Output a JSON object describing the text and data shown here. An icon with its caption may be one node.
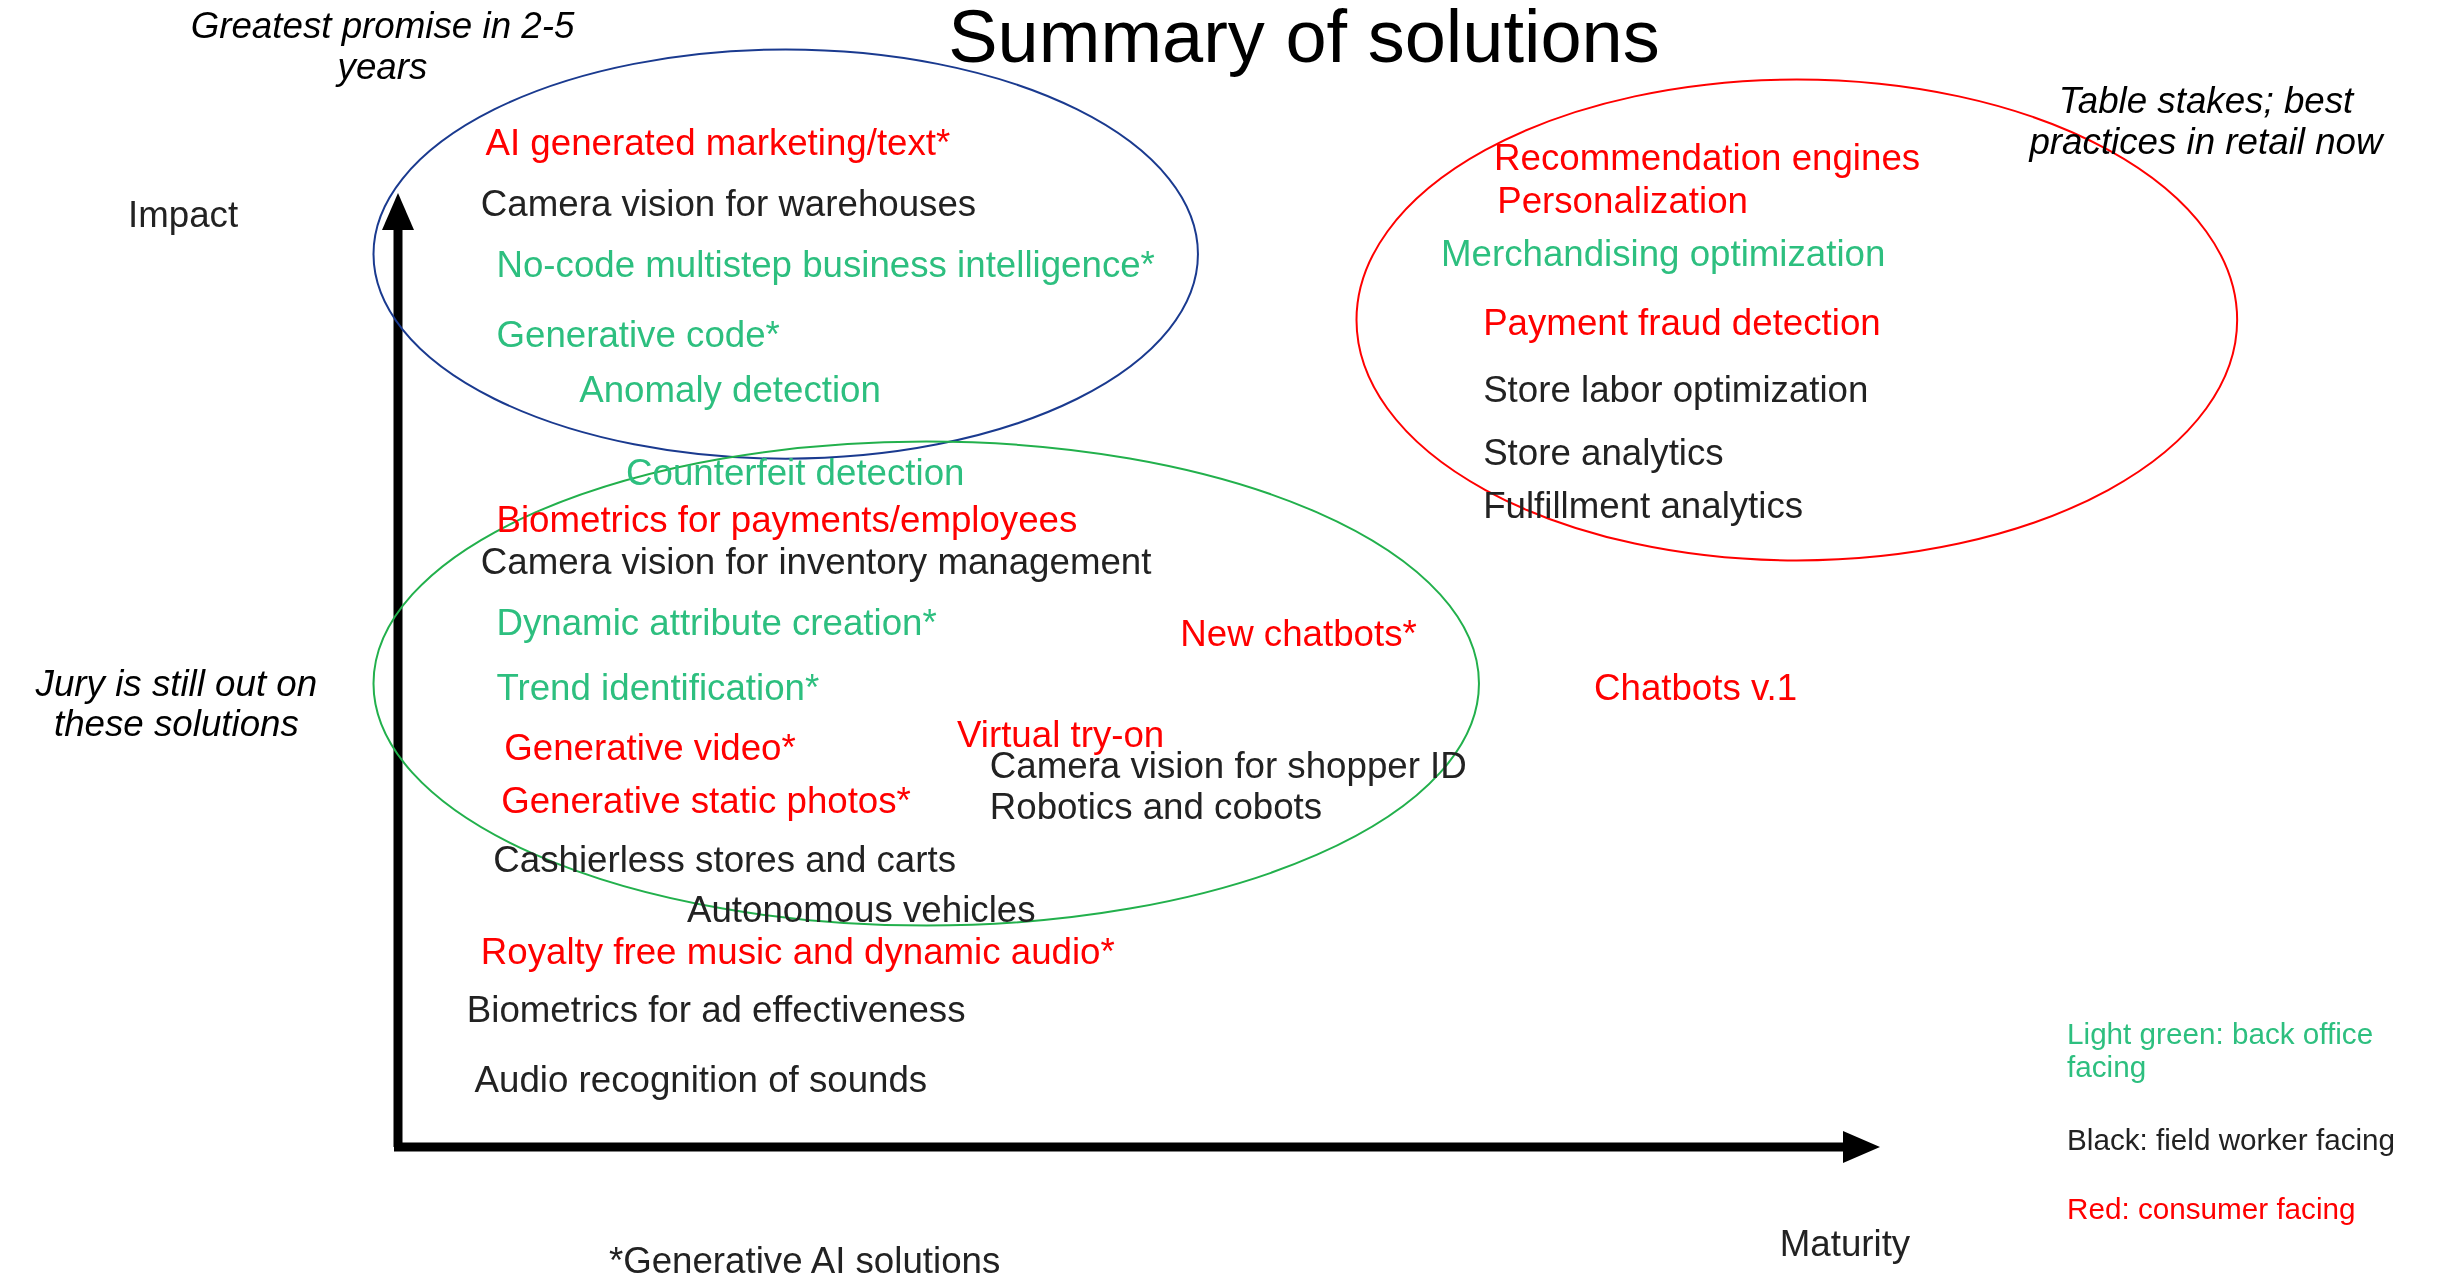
{
  "diagram": {
    "title": "Summary of solutions",
    "nodes": [
      {
        "text": [
          "Greatest promise in 2-5 years"
        ]
      },
      {
        "text": [
          "Table stakes; best practices in retail now"
        ]
      },
      {
        "text": [
          "Jury is still out on these solutions"
        ]
      }
    ],
    "edges": [],
    "labels": [
      "AI generated marketing/text*",
      "Recommendation engines",
      "Personalization",
      "Camera vision for warehouses",
      "Impact",
      "Merchandising optimization",
      "No-code multistep business intelligence*",
      "Payment fraud detection",
      "Generative code*",
      "Anomaly detection",
      "Store labor optimization",
      "Store analytics",
      "Counterfeit detection",
      "Fulfillment analytics",
      "Biometrics for payments/employees",
      "Camera vision for inventory management",
      "Dynamic attribute creation*",
      "New chatbots*",
      "Trend identification*",
      "Chatbots v.1",
      "Virtual try-on",
      "Generative video*",
      "Camera vision for shopper ID",
      "Generative static photos*",
      "Robotics and cobots",
      "Cashierless stores and carts",
      "Autonomous vehicles",
      "Royalty free music and dynamic audio*",
      "Biometrics for ad effectiveness",
      "Audio recognition of sounds",
      "Maturity",
      "*Generative AI solutions"
    ],
    "legend": [
      {
        "text": "Light green: back office facing",
        "color": "#2dbf7f"
      },
      {
        "text": "Black: field worker facing",
        "color": "#222222"
      },
      {
        "text": "Red: consumer facing",
        "color": "#ff0000"
      }
    ]
  }
}
